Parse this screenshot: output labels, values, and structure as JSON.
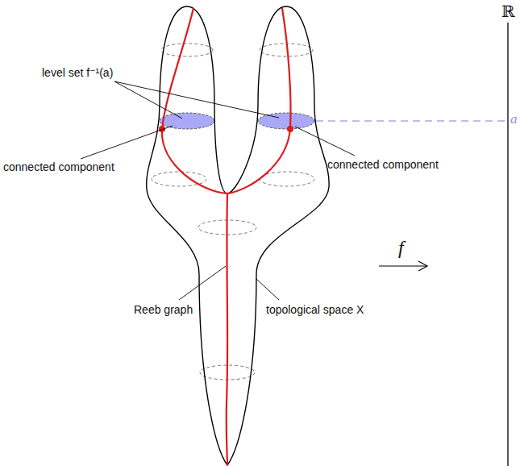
{
  "diagram": {
    "labels": [
      "level set f⁻¹(a)",
      "connected component",
      "connected component",
      "Reeb graph",
      "topological space X",
      "f",
      "ℝ",
      "a"
    ]
  }
}
